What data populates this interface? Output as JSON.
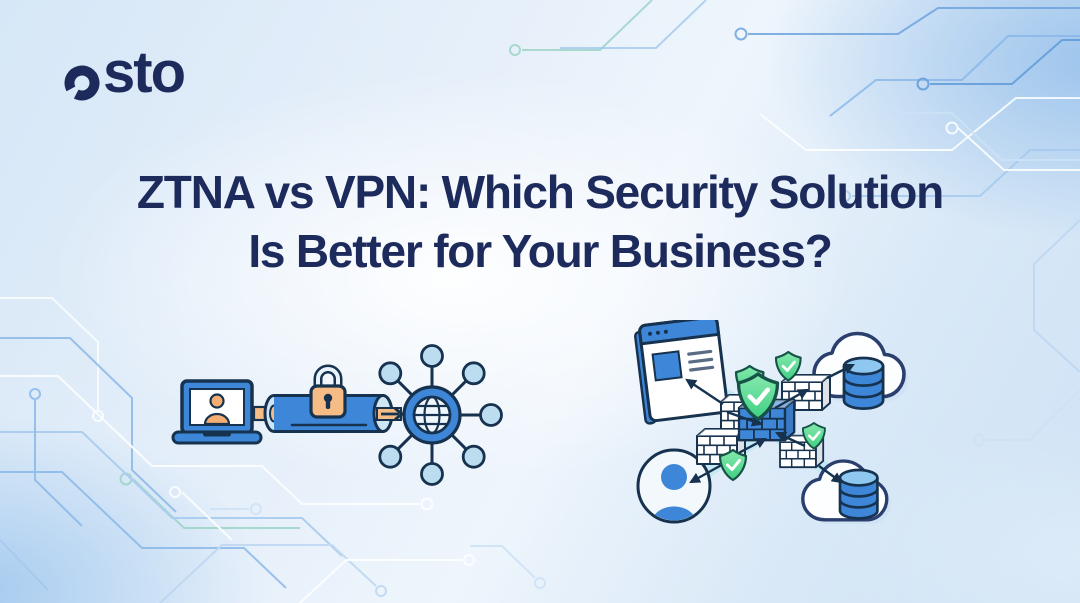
{
  "logo": {
    "text": "osto",
    "suffix": "sto"
  },
  "headline": {
    "line1": "ZTNA vs VPN: Which Security Solution",
    "line2": "Is Better for Your Business?"
  },
  "illustrations": {
    "vpn": {
      "icons": [
        "laptop-user-icon",
        "vpn-tunnel-icon",
        "padlock-icon",
        "globe-network-icon",
        "network-node-icon"
      ]
    },
    "ztna": {
      "icons": [
        "browser-window-icon",
        "firewall-icon",
        "shield-check-icon",
        "cloud-icon",
        "database-icon",
        "user-avatar-icon"
      ]
    }
  },
  "colors": {
    "navy": "#1d2a5c",
    "ink": "#16324f",
    "blue": "#3e87d8",
    "light_blue": "#bcdcf0",
    "pale_blue": "#cfe6f5",
    "orange": "#f6b97f",
    "green": "#4fd88e",
    "path_teal": "#bfe7f0",
    "path_green": "#b9ecc6",
    "trace_blue": "#7fb0e2"
  }
}
